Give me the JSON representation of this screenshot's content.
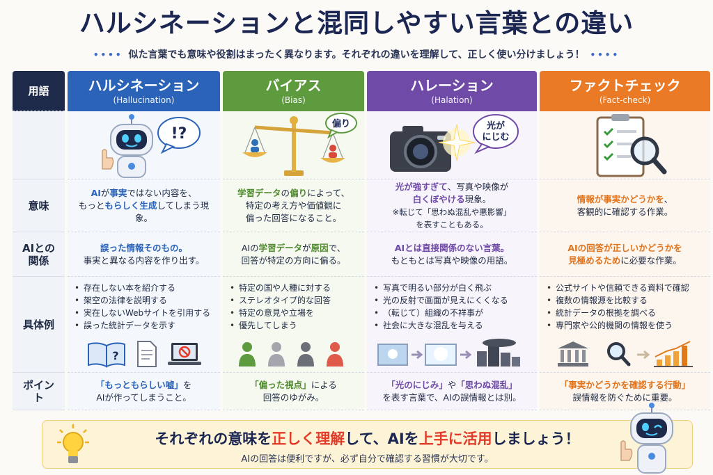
{
  "title": "ハルシネーションと混同しやすい言葉との違い",
  "subtitle": "似た言葉でも意味や役割はまったく異なります。それぞれの違いを理解して、正しく使い分けましょう！",
  "header": {
    "term_label": "用語"
  },
  "rows": {
    "meaning": "意味",
    "relation_1": "AIとの",
    "relation_2": "関係",
    "examples": "具体例",
    "point": "ポイント"
  },
  "columns": [
    {
      "name": "ハルシネーション",
      "en": "(Hallucination)",
      "bubble": "!?",
      "meaning": {
        "p1": "AI",
        "p2": "が",
        "p3": "事実",
        "p4": "ではない内容を、",
        "p5": "もっと",
        "p6": "もらしく生成",
        "p7": "してしまう現象。"
      },
      "relation": {
        "l1": "誤った情報そのもの。",
        "l2": "事実と異なる内容を作り出す。"
      },
      "examples": [
        "存在しない本を紹介する",
        "架空の法律を説明する",
        "実在しないWebサイトを引用する",
        "誤った統計データを示す"
      ],
      "point": {
        "q": "「もっともらしい嘘」",
        "a": "を",
        "l2": "AIが作ってしまうこと。"
      }
    },
    {
      "name": "バイアス",
      "en": "(Bias)",
      "bubble": "偏り",
      "meaning": {
        "p1": "学習データ",
        "p2": "の",
        "p3": "偏り",
        "p4": "によって、",
        "l2": "特定の考え方や価値観に",
        "l3": "偏った回答になること。"
      },
      "relation": {
        "a": "AIの",
        "b": "学習データ",
        "c": "が",
        "d": "原因",
        "e": "で、",
        "l2": "回答が特定の方向に偏る。"
      },
      "examples": [
        "特定の国や人種に対する",
        "ステレオタイプ的な回答",
        "特定の意見や立場を",
        "優先してしまう"
      ],
      "point": {
        "q": "「偏った視点」",
        "a": "による",
        "l2": "回答のゆがみ。"
      }
    },
    {
      "name": "ハレーション",
      "en": "(Halation)",
      "bubble": "光が にじむ",
      "meaning": {
        "p1": "光が強すぎて",
        "p2": "、写真や映像が",
        "p3": "白くぼやける",
        "p4": "現象。",
        "note1": "※転じて「思わぬ混乱や悪影響」",
        "note2": "を表すこともある。"
      },
      "relation": {
        "l1": "AIとは直接関係のない言葉。",
        "l2": "もともとは写真や映像の用語。"
      },
      "examples": [
        "写真で明るい部分が白く飛ぶ",
        "光の反射で画面が見えにくくなる",
        "（転じて）組織の不祥事が",
        "社会に大きな混乱を与える"
      ],
      "point": {
        "q1": "「光のにじみ」",
        "m": "や",
        "q2": "「思わぬ混乱」",
        "l2": "を表す言葉で、AIの誤情報とは別。"
      }
    },
    {
      "name": "ファクトチェック",
      "en": "(Fact-check)",
      "meaning": {
        "p1": "情報が事実かどうかを",
        "p2": "、",
        "l2": "客観的に確認する作業。"
      },
      "relation": {
        "p1": "AIの回答が正しいかどうかを",
        "p2": "見極めるため",
        "p3": "に必要な作業。"
      },
      "examples": [
        "公式サイトや信頼できる資料で確認",
        "複数の情報源を比較する",
        "統計データの根拠を調べる",
        "専門家や公的機関の情報を使う"
      ],
      "point": {
        "q": "「事実かどうかを確認する行動」",
        "l2": "誤情報を防ぐために重要。"
      }
    }
  ],
  "footer": {
    "m1": "それぞれの意味を",
    "m2": "正しく理解",
    "m3": "して、AIを",
    "m4": "上手に活用",
    "m5": "しましょう！",
    "sub": "AIの回答は便利ですが、必ず自分で確認する習慣が大切です。"
  },
  "colors": {
    "hallucination": "#2a63b8",
    "bias": "#5e9a3e",
    "halation": "#6f4aa6",
    "factcheck": "#ea7a25"
  }
}
